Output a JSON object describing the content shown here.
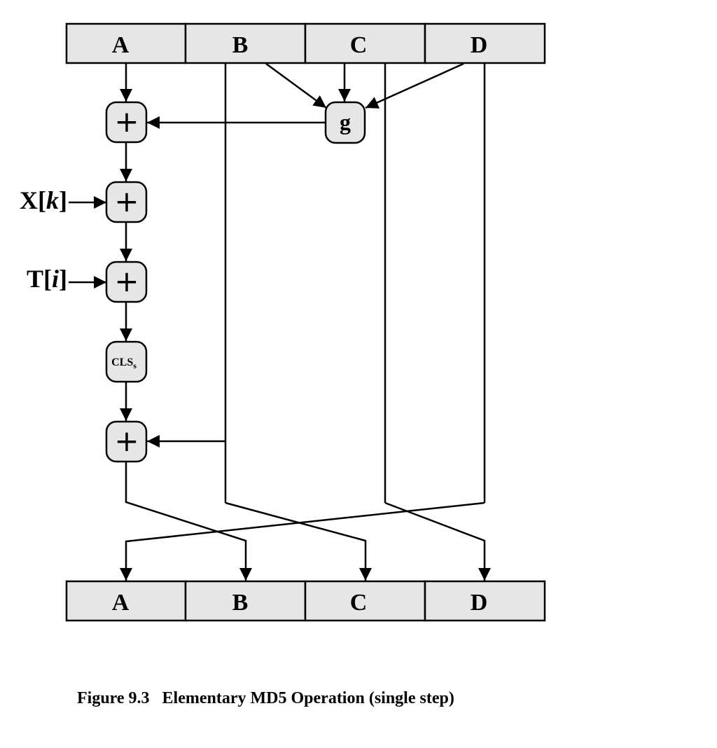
{
  "top_registers": [
    "A",
    "B",
    "C",
    "D"
  ],
  "bottom_registers": [
    "A",
    "B",
    "C",
    "D"
  ],
  "function_box": "g",
  "rotate_box": {
    "label": "CLS",
    "subscript": "s"
  },
  "adder_symbol": "+",
  "inputs": {
    "message_word": {
      "name": "X",
      "open": "[",
      "index": "k",
      "close": "]"
    },
    "table_constant": {
      "name": "T",
      "open": "[",
      "index": "i",
      "close": "]"
    }
  },
  "caption": {
    "number": "Figure 9.3",
    "title": "Elementary MD5 Operation (single step)"
  },
  "colors": {
    "box_fill": "#e6e6e6",
    "stroke": "#000000"
  }
}
